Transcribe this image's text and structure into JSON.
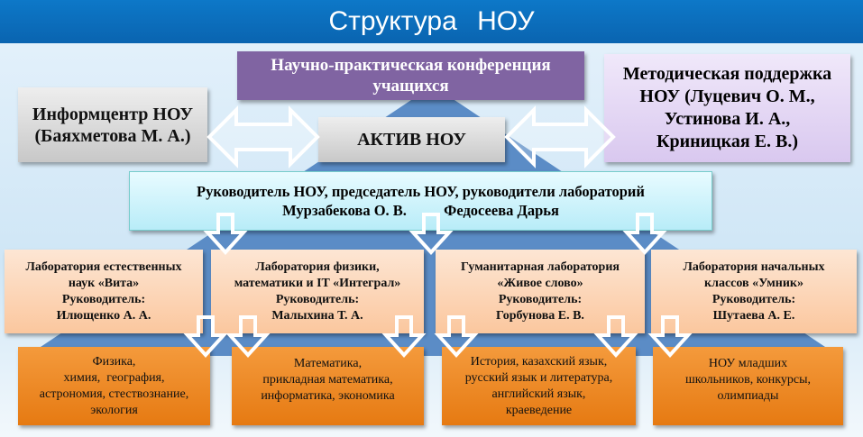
{
  "title": "Структура   НОУ",
  "conference": [
    "Научно-практическая конференция",
    "учащихся"
  ],
  "infocenter": [
    "Информцентр НОУ",
    "(Баяхметова М. А.)"
  ],
  "aktiv": "АКТИВ НОУ",
  "methodical": [
    "Методическая поддержка",
    "НОУ (Луцевич О. М.,",
    "Устинова И. А.,",
    "Криницкая Е. В.)"
  ],
  "leaders": [
    "Руководитель НОУ, председатель НОУ, руководители лабораторий",
    "Мурзабекова О. В.          Федосеева Дарья"
  ],
  "labs": [
    {
      "lines": [
        "Лаборатория естественных",
        "наук «Вита»",
        "Руководитель:",
        "Илющенко А. А."
      ],
      "subjects": [
        "Физика,",
        "химия,  география,",
        "астрономия, стествознание,",
        "экология"
      ]
    },
    {
      "lines": [
        "Лаборатория физики,",
        "математики и IT «Интеграл»",
        "Руководитель:",
        "Малыхина Т. А."
      ],
      "subjects": [
        "Математика,",
        "прикладная математика,",
        "информатика, экономика"
      ]
    },
    {
      "lines": [
        "Гуманитарная лаборатория",
        "«Живое слово»",
        "Руководитель:",
        "Горбунова Е. В."
      ],
      "subjects": [
        "История, казахский язык,",
        "русский язык и литература,",
        "английский язык,",
        "краеведение"
      ]
    },
    {
      "lines": [
        "Лаборатория начальных",
        "классов «Умник»",
        "Руководитель:",
        "Шутаева А. Е."
      ],
      "subjects": [
        "НОУ младших",
        "школьников, конкурсы,",
        "олимпиады"
      ]
    }
  ]
}
